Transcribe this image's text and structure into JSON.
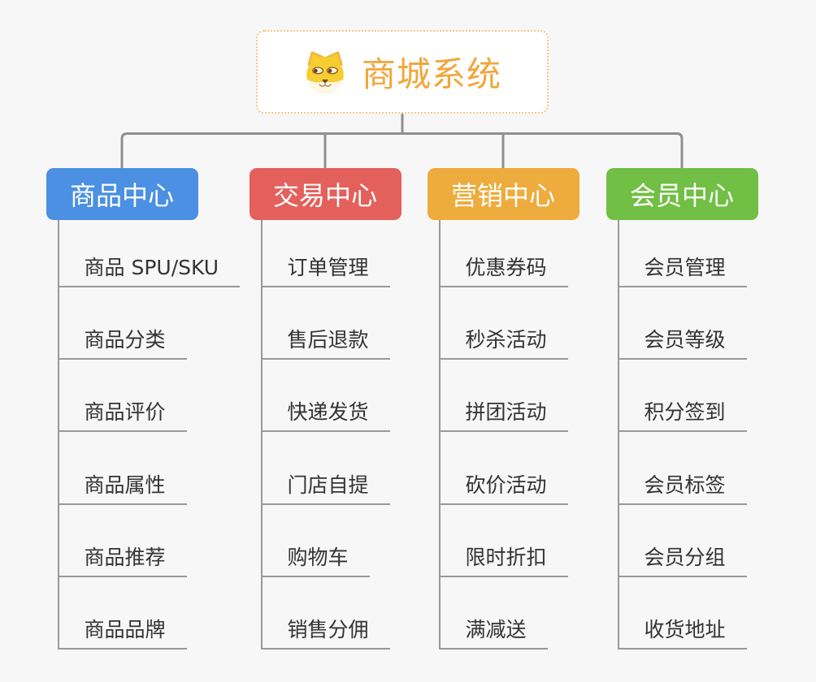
{
  "root": {
    "title": "商城系统",
    "icon": "doge-face-icon"
  },
  "branches": [
    {
      "label": "商品中心",
      "color": "#4B90E2",
      "children": [
        "商品 SPU/SKU",
        "商品分类",
        "商品评价",
        "商品属性",
        "商品推荐",
        "商品品牌"
      ]
    },
    {
      "label": "交易中心",
      "color": "#E4605C",
      "children": [
        "订单管理",
        "售后退款",
        "快递发货",
        "门店自提",
        "购物车",
        "销售分佣"
      ]
    },
    {
      "label": "营销中心",
      "color": "#EDAC3D",
      "children": [
        "优惠券码",
        "秒杀活动",
        "拼团活动",
        "砍价活动",
        "限时折扣",
        "满减送"
      ]
    },
    {
      "label": "会员中心",
      "color": "#71BF44",
      "children": [
        "会员管理",
        "会员等级",
        "积分签到",
        "会员标签",
        "会员分组",
        "收货地址"
      ]
    }
  ],
  "colors": {
    "background": "#F7F7F7",
    "connector": "#8F8F8F",
    "line": "#999999",
    "leaf_text": "#333333",
    "root_text": "#F0A73C",
    "root_border": "#F4C87E"
  }
}
